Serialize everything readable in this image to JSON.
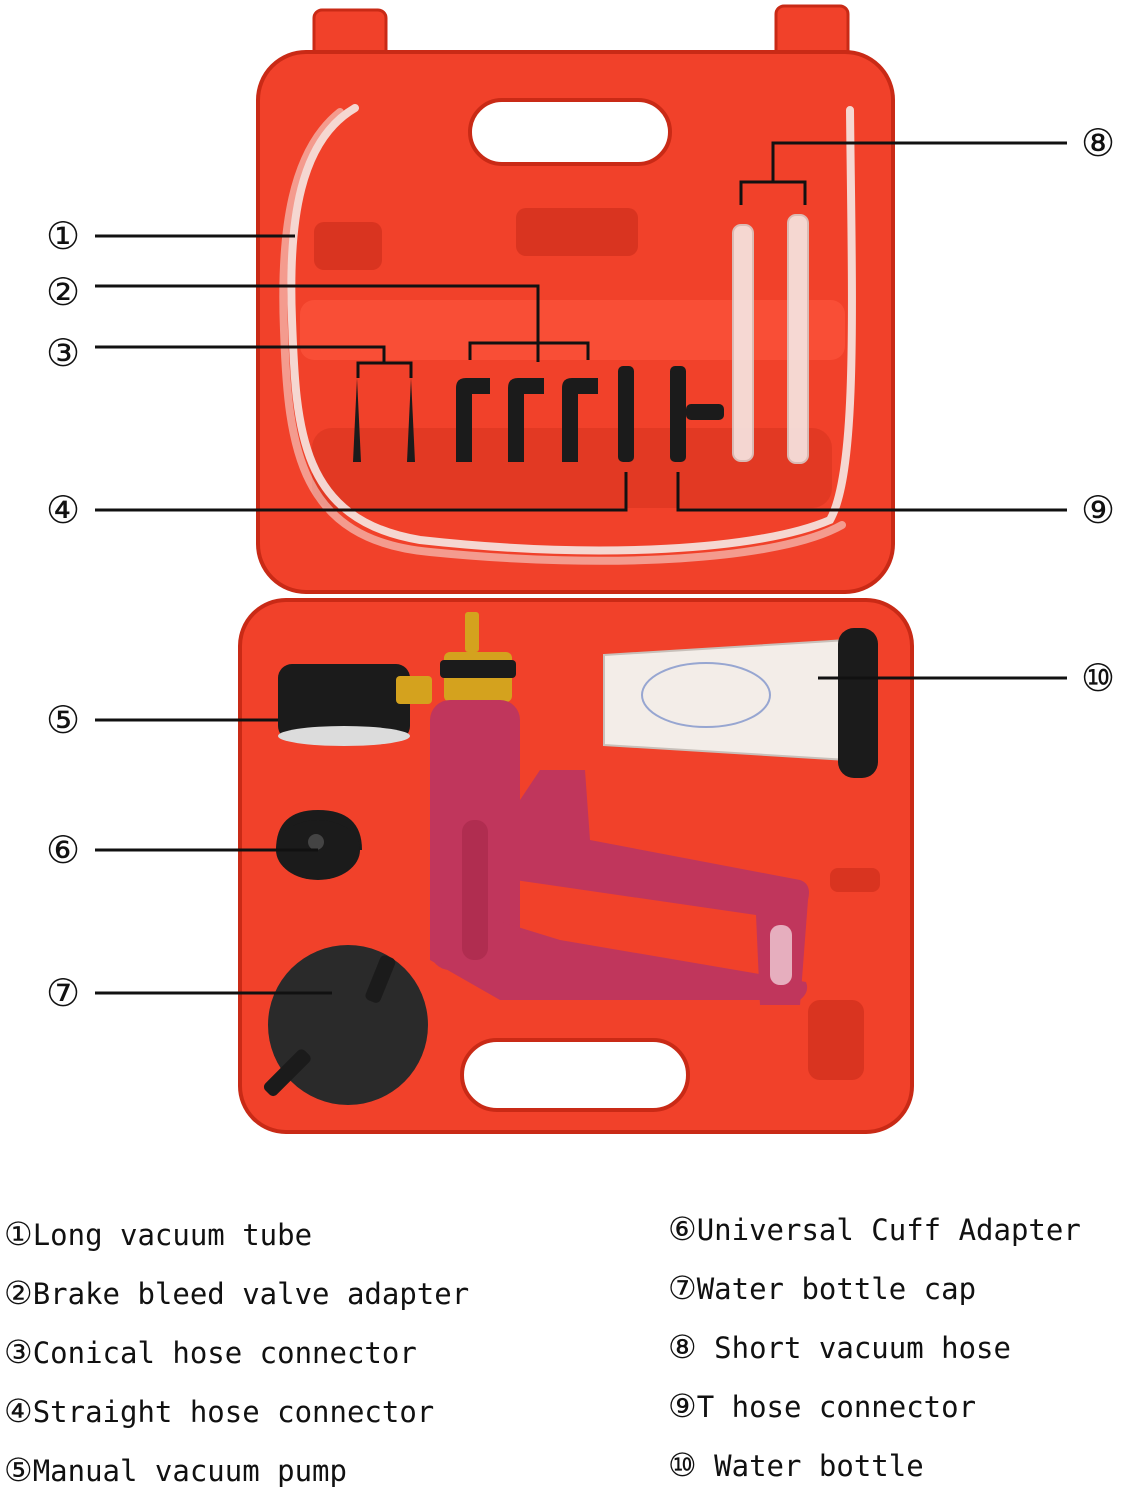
{
  "colors": {
    "case": "#f1412a",
    "case_dark": "#c92a16",
    "case_light": "#ff6a52",
    "pump": "#c0365c",
    "black": "#1b1b1b",
    "brass": "#d4a21e",
    "tube": "#f6e8e4",
    "bottle": "#f3ede8"
  },
  "callouts": [
    {
      "id": "1",
      "symbol": "①"
    },
    {
      "id": "2",
      "symbol": "②"
    },
    {
      "id": "3",
      "symbol": "③"
    },
    {
      "id": "4",
      "symbol": "④"
    },
    {
      "id": "5",
      "symbol": "⑤"
    },
    {
      "id": "6",
      "symbol": "⑥"
    },
    {
      "id": "7",
      "symbol": "⑦"
    },
    {
      "id": "8",
      "symbol": "⑧"
    },
    {
      "id": "9",
      "symbol": "⑨"
    },
    {
      "id": "10",
      "symbol": "⑩"
    }
  ],
  "legend": {
    "left": [
      {
        "num": "①",
        "text": "Long vacuum tube"
      },
      {
        "num": "②",
        "text": "Brake bleed valve adapter"
      },
      {
        "num": "③",
        "text": "Conical hose connector"
      },
      {
        "num": "④",
        "text": "Straight hose connector"
      },
      {
        "num": "⑤",
        "text": "Manual vacuum pump"
      }
    ],
    "right": [
      {
        "num": "⑥",
        "text": "Universal Cuff Adapter"
      },
      {
        "num": "⑦",
        "text": "Water bottle cap"
      },
      {
        "num": "⑧",
        "text": " Short vacuum hose"
      },
      {
        "num": "⑨",
        "text": "T hose connector"
      },
      {
        "num": "⑩",
        "text": " Water bottle"
      }
    ]
  }
}
